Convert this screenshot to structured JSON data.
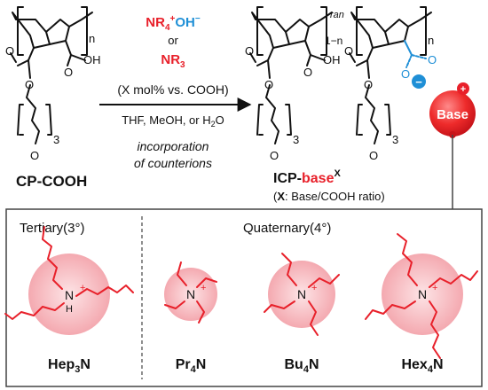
{
  "reactant": {
    "label": "CP-COOH",
    "repeat_n": "n",
    "carbonyl_o": "O",
    "oh_label": "OH",
    "ester_o": "O",
    "ether_o": "O",
    "repeat_3": "3"
  },
  "reagents": {
    "base1_main": "NR",
    "base1_sub": "4",
    "base1_sup": "+",
    "base1_anion": "OH",
    "base1_anion_sup": "−",
    "or_text": "or",
    "base2_main": "NR",
    "base2_sub": "3",
    "amount": "(X mol% vs. COOH)",
    "solvents": "THF, MeOH, or H",
    "solvents_sub": "2",
    "solvents_tail": "O",
    "note_line1": "incorporation",
    "note_line2": "of counterions"
  },
  "product": {
    "label_prefix": "ICP-",
    "label_base": "base",
    "label_sup": "X",
    "caption_prefix": "(",
    "caption_x": "X",
    "caption_rest": ": Base/COOH ratio)",
    "ran": "ran",
    "one_minus_n": "1−n",
    "repeat_n": "n",
    "minus_sign": "−",
    "plus_sign": "+",
    "base_bubble": "Base",
    "repeat_3a": "3",
    "repeat_3b": "3"
  },
  "panel": {
    "tertiary_title": "Tertiary(3°)",
    "quaternary_title": "Quaternary(4°)",
    "items": [
      {
        "n": "N",
        "h": "H",
        "plus": "+",
        "name_main": "Hep",
        "name_sub": "3",
        "name_tail": "N"
      },
      {
        "n": "N",
        "plus": "+",
        "name_main": "Pr",
        "name_sub": "4",
        "name_tail": "N"
      },
      {
        "n": "N",
        "plus": "+",
        "name_main": "Bu",
        "name_sub": "4",
        "name_tail": "N"
      },
      {
        "n": "N",
        "plus": "+",
        "name_main": "Hex",
        "name_sub": "4",
        "name_tail": "N"
      }
    ]
  },
  "colors": {
    "red": "#e8202a",
    "blue": "#1f8fd6",
    "black": "#111111",
    "pink": "#f8c8cc",
    "panel_border": "#444444"
  }
}
